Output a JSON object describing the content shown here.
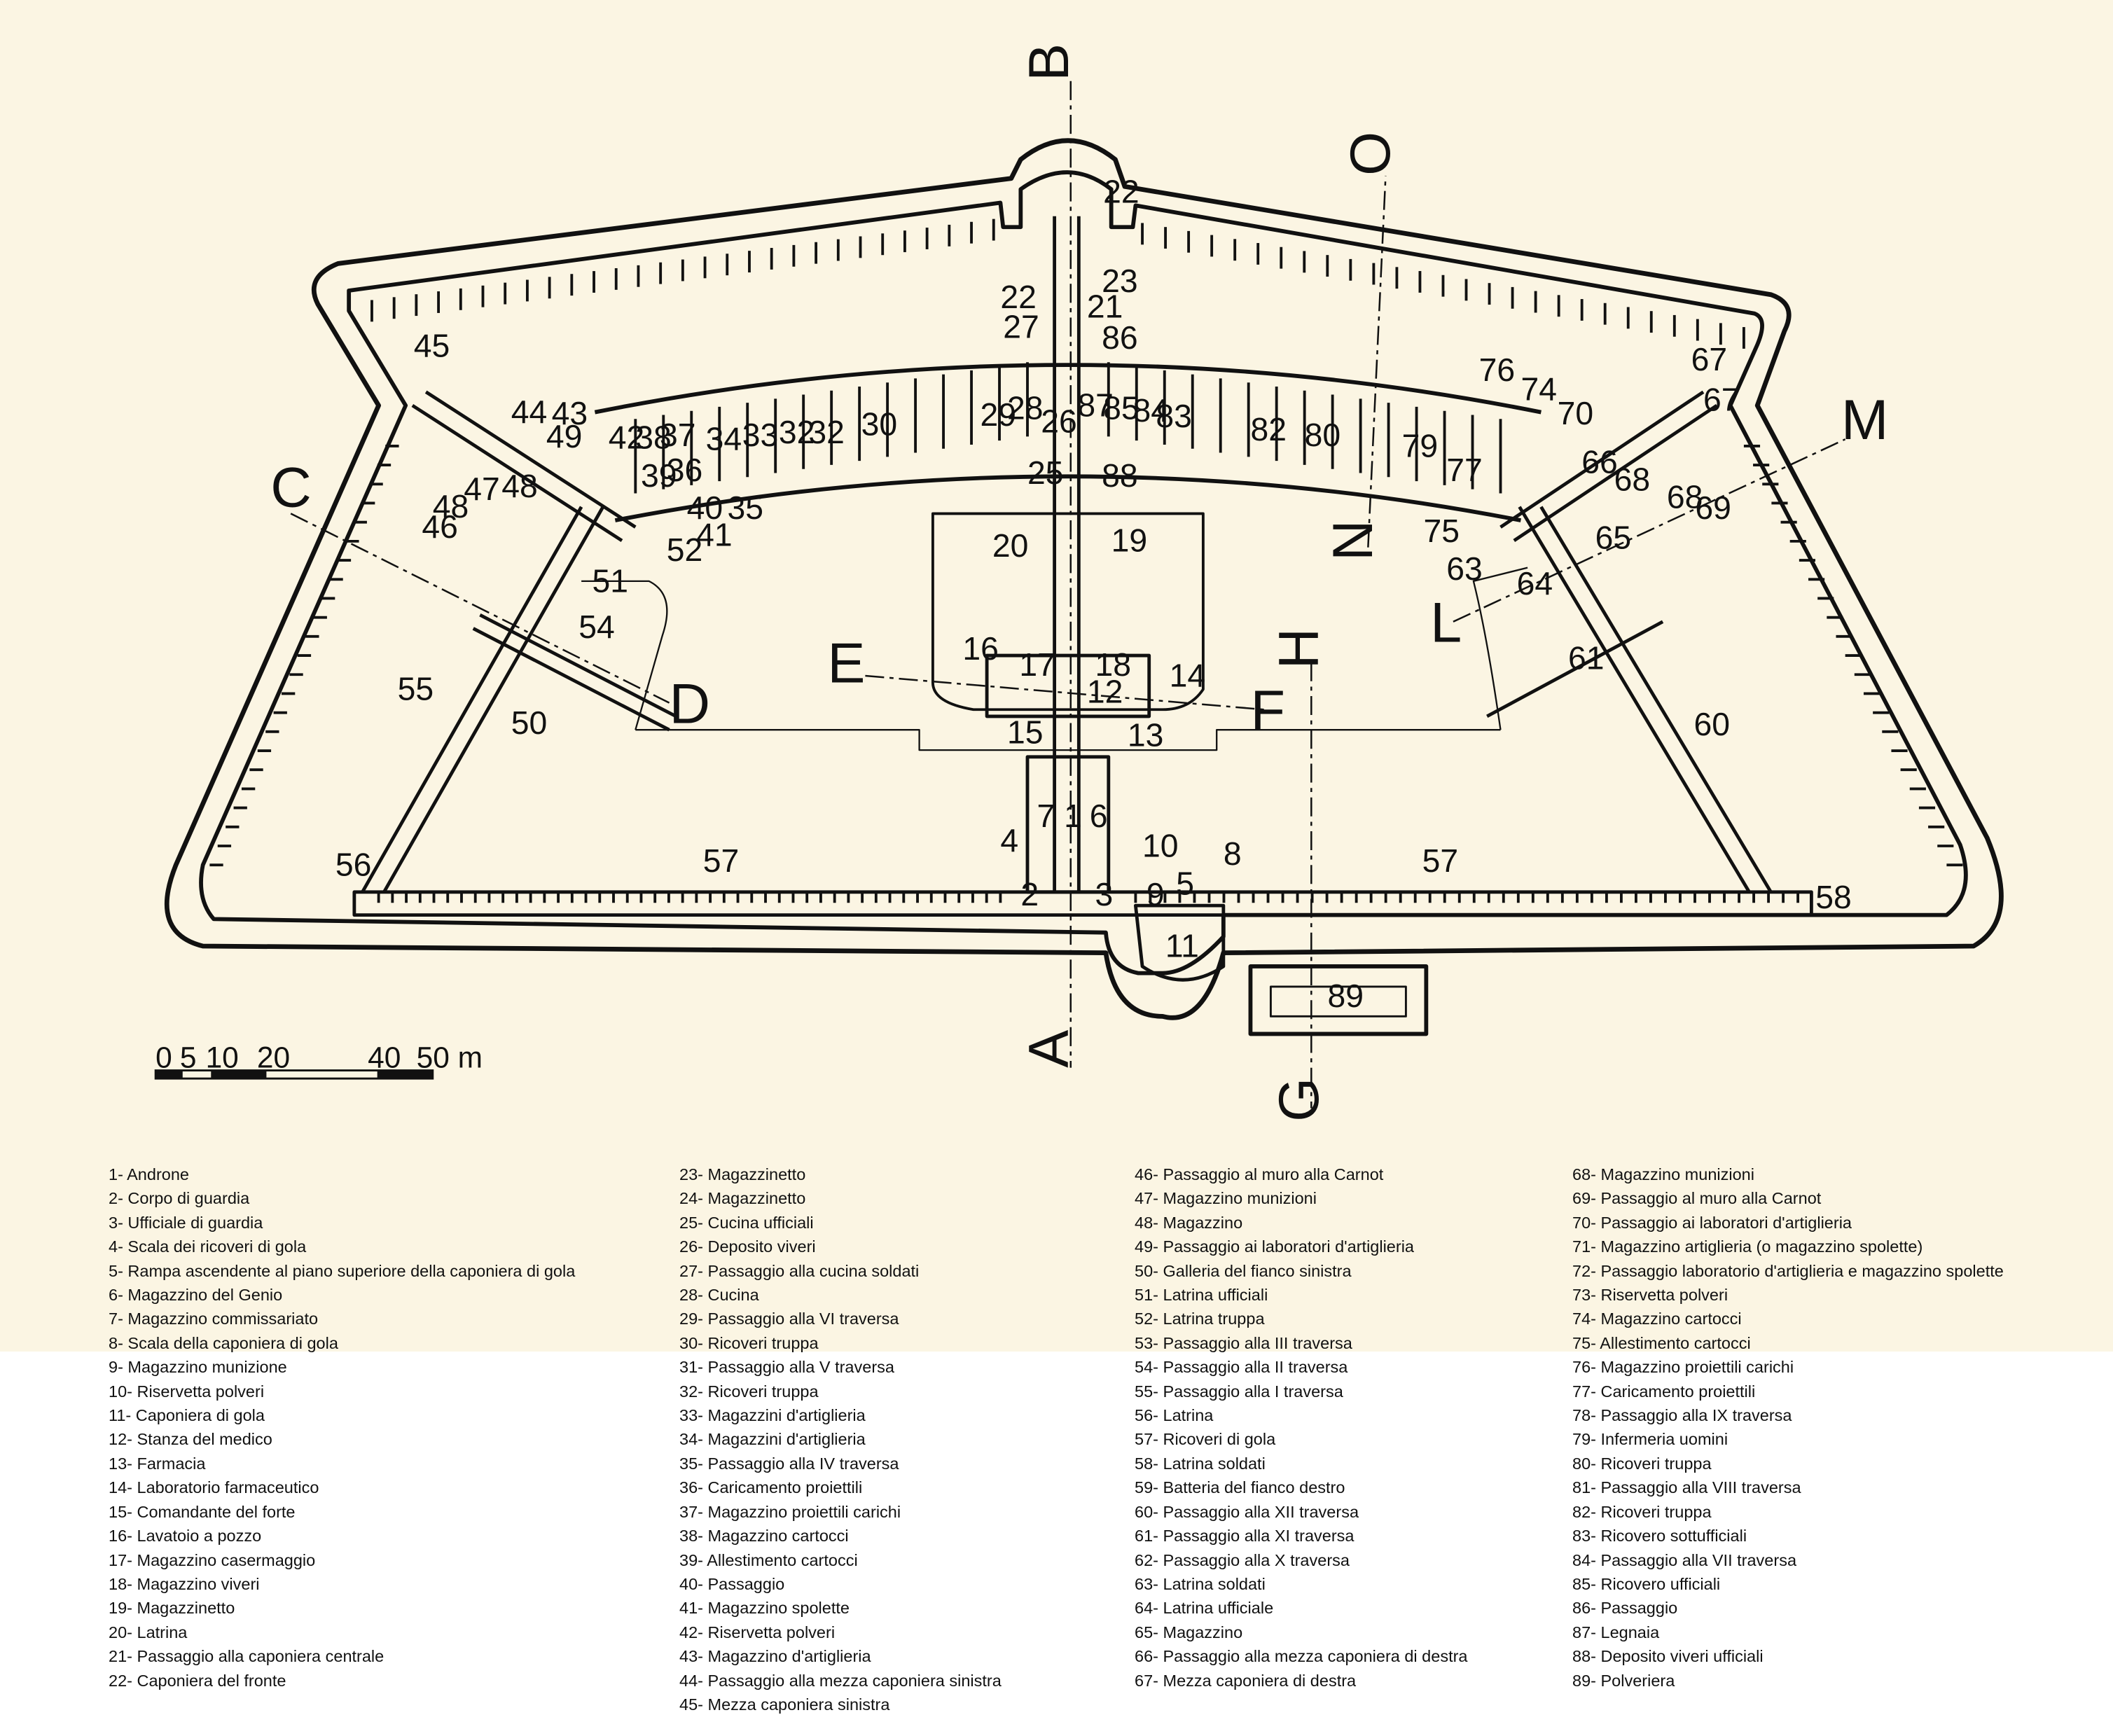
{
  "section_markers": [
    {
      "id": "a",
      "label": "A"
    },
    {
      "id": "b",
      "label": "B"
    },
    {
      "id": "c",
      "label": "C"
    },
    {
      "id": "d",
      "label": "D"
    },
    {
      "id": "e",
      "label": "E"
    },
    {
      "id": "f",
      "label": "F"
    },
    {
      "id": "g",
      "label": "G"
    },
    {
      "id": "h",
      "label": "H"
    },
    {
      "id": "l",
      "label": "L"
    },
    {
      "id": "m",
      "label": "M"
    },
    {
      "id": "n",
      "label": "N"
    },
    {
      "id": "o",
      "label": "O"
    }
  ],
  "scale_bar": {
    "ticks": [
      "0",
      "5",
      "10",
      "20",
      "40",
      "50 m"
    ]
  },
  "plan_labels": {
    "n1": "1",
    "n2": "2",
    "n3": "3",
    "n4": "4",
    "n5": "5",
    "n6": "6",
    "n7": "7",
    "n8": "8",
    "n9": "9",
    "n10": "10",
    "n11": "11",
    "n12": "12",
    "n13": "13",
    "n14": "14",
    "n15": "15",
    "n16": "16",
    "n17": "17",
    "n18": "18",
    "n19": "19",
    "n20": "20",
    "n21": "21",
    "n22": "22",
    "n23": "23",
    "n25": "25",
    "n26": "26",
    "n27": "27",
    "n28": "28",
    "n29": "29",
    "n30": "30",
    "n32": "32",
    "n33": "33",
    "n34": "34",
    "n35": "35",
    "n36": "36",
    "n37": "37",
    "n38": "38",
    "n39": "39",
    "n40": "40",
    "n41": "41",
    "n42": "42",
    "n43": "43",
    "n44": "44",
    "n45": "45",
    "n46": "46",
    "n47": "47",
    "n48": "48",
    "n49": "49",
    "n50": "50",
    "n51": "51",
    "n52": "52",
    "n54": "54",
    "n55": "55",
    "n56": "56",
    "n57": "57",
    "n58": "58",
    "n60": "60",
    "n61": "61",
    "n63": "63",
    "n64": "64",
    "n65": "65",
    "n66": "66",
    "n67": "67",
    "n68": "68",
    "n69": "69",
    "n70": "70",
    "n74": "74",
    "n75": "75",
    "n76": "76",
    "n77": "77",
    "n79": "79",
    "n80": "80",
    "n82": "82",
    "n83": "83",
    "n84": "84",
    "n85": "85",
    "n86": "86",
    "n87": "87",
    "n88": "88",
    "n89": "89"
  },
  "legend": {
    "col1": [
      "1- Androne",
      "2- Corpo di guardia",
      "3- Ufficiale di guardia",
      "4- Scala dei ricoveri di gola",
      "5- Rampa ascendente al piano superiore della caponiera di gola",
      "6- Magazzino del Genio",
      "7- Magazzino commissariato",
      "8- Scala della caponiera di gola",
      "9- Magazzino munizione",
      "10- Riservetta polveri",
      "11- Caponiera di gola",
      "12- Stanza del medico",
      "13- Farmacia",
      "14- Laboratorio farmaceutico",
      "15- Comandante del forte",
      "16- Lavatoio a pozzo",
      "17- Magazzino casermaggio",
      "18- Magazzino viveri",
      "19- Magazzinetto",
      "20- Latrina",
      "21- Passaggio alla caponiera centrale",
      "22- Caponiera del fronte"
    ],
    "col2": [
      "23- Magazzinetto",
      "24- Magazzinetto",
      "25- Cucina ufficiali",
      "26- Deposito viveri",
      "27- Passaggio alla cucina soldati",
      "28- Cucina",
      "29- Passaggio alla VI traversa",
      "30- Ricoveri truppa",
      "31- Passaggio alla V traversa",
      "32- Ricoveri truppa",
      "33- Magazzini d'artiglieria",
      "34- Magazzini d'artiglieria",
      "35- Passaggio alla IV traversa",
      "36- Caricamento proiettili",
      "37- Magazzino proiettili carichi",
      "38- Magazzino cartocci",
      "39- Allestimento cartocci",
      "40- Passaggio",
      "41- Magazzino spolette",
      "42- Riservetta polveri",
      "43- Magazzino d'artiglieria",
      "44- Passaggio alla mezza caponiera sinistra",
      "45- Mezza caponiera sinistra"
    ],
    "col3": [
      "46- Passaggio al muro alla Carnot",
      "47- Magazzino munizioni",
      "48- Magazzino",
      "49- Passaggio ai laboratori d'artiglieria",
      "50- Galleria del fianco sinistra",
      "51- Latrina ufficiali",
      "52- Latrina truppa",
      "53- Passaggio alla III traversa",
      "54- Passaggio alla II traversa",
      "55- Passaggio alla I traversa",
      "56- Latrina",
      "57- Ricoveri di gola",
      "58- Latrina soldati",
      "59- Batteria del fianco destro",
      "60- Passaggio alla XII traversa",
      "61- Passaggio alla XI traversa",
      "62- Passaggio alla X traversa",
      "63- Latrina soldati",
      "64- Latrina ufficiale",
      "65- Magazzino",
      "66- Passaggio alla mezza caponiera di destra",
      "67- Mezza caponiera di destra"
    ],
    "col4": [
      "68- Magazzino munizioni",
      "69- Passaggio al muro alla Carnot",
      "70- Passaggio ai laboratori d'artiglieria",
      "71- Magazzino artiglieria (o magazzino spolette)",
      "72- Passaggio laboratorio d'artiglieria e magazzino spolette",
      "73- Riservetta polveri",
      "74- Magazzino cartocci",
      "75- Allestimento cartocci",
      "76- Magazzino proiettili carichi",
      "77- Caricamento proiettili",
      "78- Passaggio alla IX traversa",
      "79- Infermeria uomini",
      "80- Ricoveri truppa",
      "81- Passaggio alla VIII traversa",
      "82- Ricoveri truppa",
      "83- Ricovero sottufficiali",
      "84- Passaggio alla VII traversa",
      "85- Ricovero ufficiali",
      "86- Passaggio",
      "87- Legnaia",
      "88- Deposito viveri ufficiali",
      "89- Polveriera"
    ]
  }
}
